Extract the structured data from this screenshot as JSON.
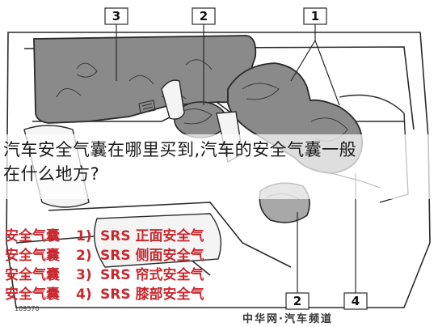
{
  "overlay": {
    "title_line1": "汽车安全气囊在哪里买到,汽车的安全气囊一般",
    "title_line2": "在什么地方?"
  },
  "callouts": {
    "c1": "1",
    "c2_top": "2",
    "c3": "3",
    "c2_bottom": "2",
    "c4": "4"
  },
  "legend": [
    {
      "name": "安全气囊",
      "num": "1)",
      "desc": "SRS  正面安全气"
    },
    {
      "name": "安全气囊",
      "num": "2)",
      "desc": "SRS  侧面安全气"
    },
    {
      "name": "安全气囊",
      "num": "3)",
      "desc": "SRS  帘式安全气"
    },
    {
      "name": "安全气囊",
      "num": "4)",
      "desc": "SRS  膝部安全气"
    }
  ],
  "footer": {
    "site": "中华网·汽车频道",
    "code": "109570"
  },
  "colors": {
    "airbag_fill": "#8a8a8a",
    "line": "#2a2a2a",
    "legend_red": "#c9282e"
  }
}
